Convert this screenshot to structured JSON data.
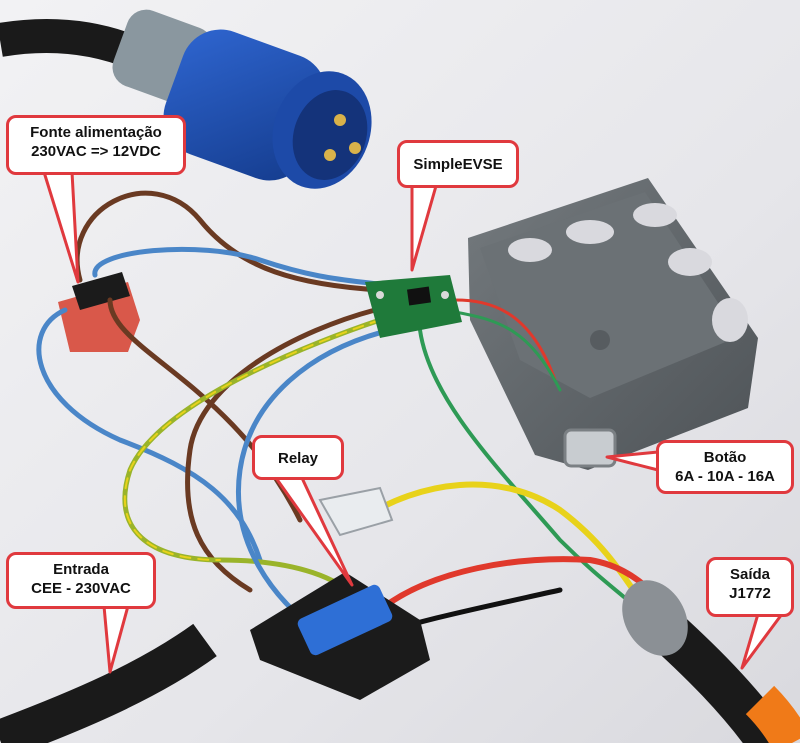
{
  "callouts": {
    "fonte": {
      "line1": "Fonte alimentação",
      "line2": "230VAC => 12VDC"
    },
    "simple_evse": {
      "line1": "SimpleEVSE"
    },
    "relay": {
      "line1": "Relay"
    },
    "botao": {
      "line1": "Botão",
      "line2": "6A - 10A - 16A"
    },
    "entrada": {
      "line1": "Entrada",
      "line2": "CEE - 230VAC"
    },
    "saida": {
      "line1": "Saída",
      "line2": "J1772"
    }
  },
  "colors": {
    "callout_border": "#e0393e",
    "plug_blue": "#1f4fb0",
    "plug_grey": "#7c8a93",
    "box_grey": "#5f6468",
    "pcb_green": "#1f7a3a",
    "psu_red": "#d9584a",
    "wire_brown": "#6a3a22",
    "wire_blue": "#4a86c8",
    "wire_green_yellow": "#9ab42a",
    "wire_red": "#e0392c",
    "wire_yellow": "#e8d21a",
    "wire_green": "#2e9a55",
    "cable_orange": "#f07a18"
  }
}
